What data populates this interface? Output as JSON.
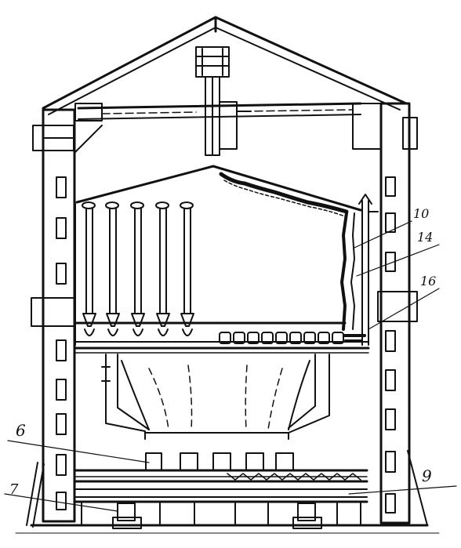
{
  "figure": {
    "kind": "furnace-building-section-drawing",
    "labels": {
      "l10": "10",
      "l14": "14",
      "l16": "16",
      "l6": "6",
      "l7": "7",
      "l9": "9"
    },
    "ink_color": "#111111",
    "paper_color": "#ffffff"
  }
}
